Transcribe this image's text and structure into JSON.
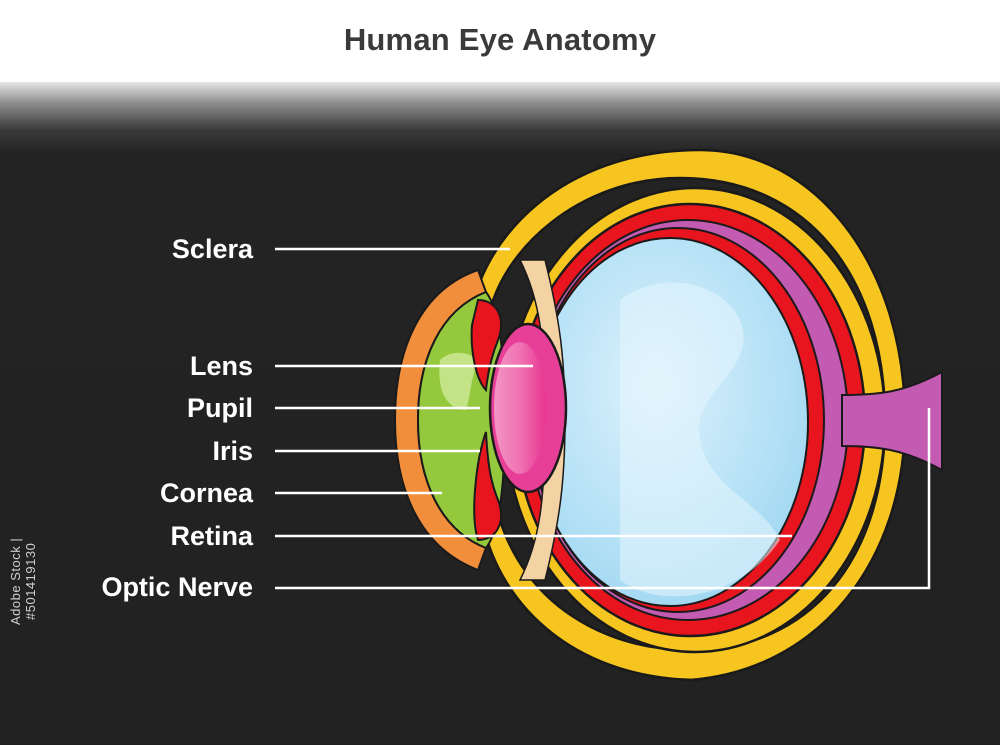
{
  "title": "Human Eye Anatomy",
  "labels": {
    "sclera": "Sclera",
    "lens": "Lens",
    "pupil": "Pupil",
    "iris": "Iris",
    "cornea": "Cornea",
    "retina": "Retina",
    "optic_nerve": "Optic Nerve"
  },
  "stock_id": "Adobe Stock | #501419130",
  "colors": {
    "background": "#222222",
    "title_text": "#3a3a3a",
    "label_text": "#ffffff",
    "sclera_outer": "#f7c520",
    "choroid": "#e8141e",
    "retina": "#c25bb1",
    "vitreous": "#a6daf3",
    "lens": "#e73f98",
    "aqueous": "#94c93d",
    "cornea": "#f08e3c",
    "optic_nerve": "#c25bb1"
  }
}
